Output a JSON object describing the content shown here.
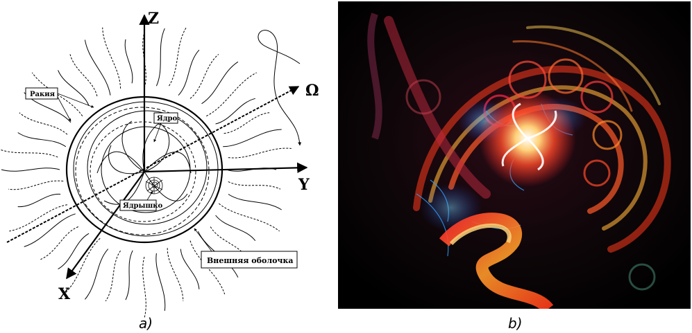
{
  "panel_a": {
    "axes": {
      "z": "Z",
      "y": "Y",
      "x": "X",
      "omega": "Ω"
    },
    "boxes": {
      "rakia": "Ракия",
      "yadro": "Ядро",
      "yadryshko": "Ядрышко",
      "outer": "Внешняя оболочка"
    },
    "caption": "a)"
  },
  "panel_b": {
    "caption": "b)"
  },
  "colors": {
    "ink": "#000000",
    "spiral_red": "#e0242c",
    "spiral_orange": "#ff8a1e",
    "spiral_blue": "#2aa6ff"
  }
}
